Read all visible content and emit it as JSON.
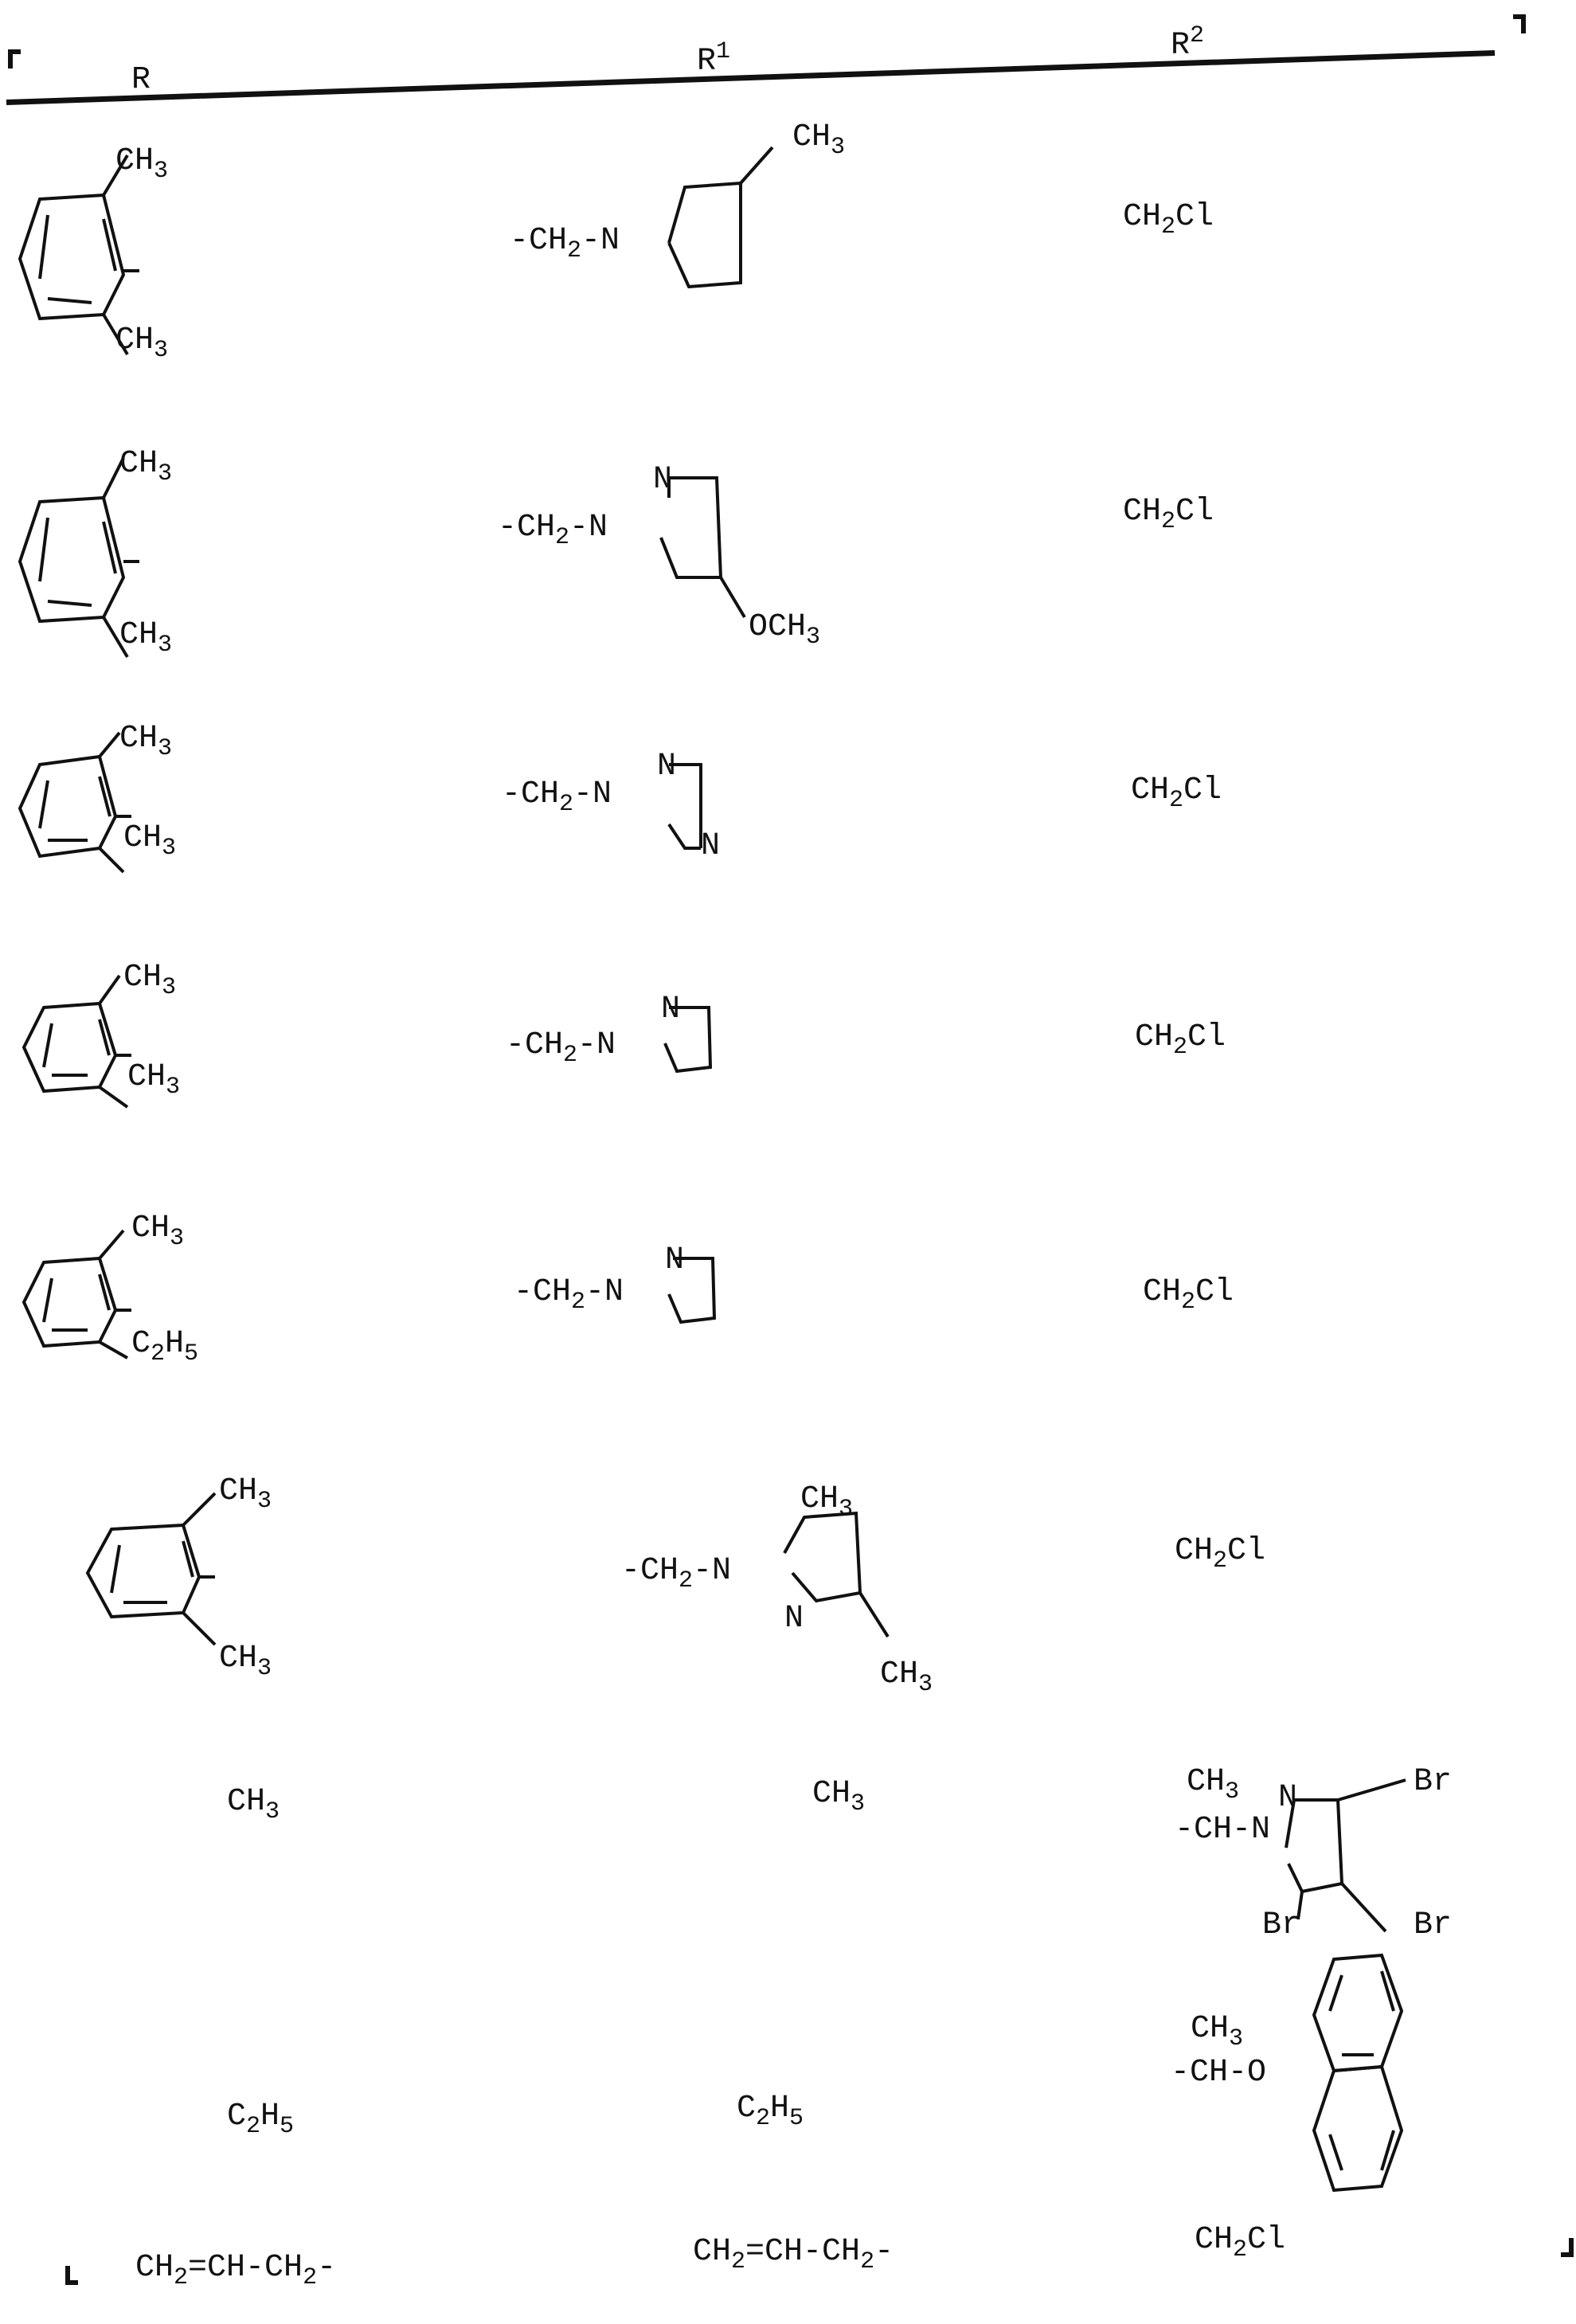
{
  "table": {
    "headers": {
      "r": "R",
      "r1_base": "R",
      "r1_sup": "1",
      "r2_base": "R",
      "r2_sup": "2"
    },
    "rows": [
      {
        "R": "2,6-dimethylphenyl",
        "R_labels": [
          "CH3",
          "CH3"
        ],
        "R1": "-CH2-(4-methylpyrazol-1-yl)",
        "R1_prefix": "-CH2-N",
        "R1_sub": "CH3",
        "R2": "CH2Cl"
      },
      {
        "R": "2,6-dimethylphenyl",
        "R_labels": [
          "CH3",
          "CH3"
        ],
        "R1": "-CH2-(4-methoxypyrazol-1-yl)",
        "R1_prefix": "-CH2-N",
        "R1_sub": "OCH3",
        "R2": "CH2Cl"
      },
      {
        "R": "2,6-dimethylphenyl",
        "R_labels": [
          "CH3",
          "CH3"
        ],
        "R1": "-CH2-(1,2,4-triazol-1-yl)",
        "R1_prefix": "-CH2-N",
        "R1_sub": "N",
        "R2": "CH2Cl"
      },
      {
        "R": "2,6-dimethylphenyl",
        "R_labels": [
          "CH3",
          "CH3"
        ],
        "R1": "-CH2-(pyrazol-1-yl)",
        "R1_prefix": "-CH2-N",
        "R1_sub": "",
        "R2": "CH2Cl"
      },
      {
        "R": "2-methyl-6-ethylphenyl",
        "R_labels": [
          "CH3",
          "C2H5"
        ],
        "R1": "-CH2-(pyrazol-1-yl)",
        "R1_prefix": "-CH2-N",
        "R1_sub": "",
        "R2": "CH2Cl"
      },
      {
        "R": "2,6-dimethylphenyl",
        "R_labels": [
          "CH3",
          "CH3"
        ],
        "R1": "-CH2-(3,5-dimethylpyrazol-1-yl)",
        "R1_prefix": "-CH2-N",
        "R1_sub": "CH3",
        "R2": "CH2Cl"
      },
      {
        "R": "CH3",
        "R1": "CH3",
        "R2": "-CH(CH3)-(3,4,5-tribromopyrazol-1-yl)",
        "R2_labels": [
          "CH3",
          "-CH-N",
          "N",
          "Br",
          "Br",
          "Br"
        ]
      },
      {
        "R": "C2H5",
        "R1": "C2H5",
        "R2": "-CH(CH3)-O-(1-naphthyl)",
        "R2_labels": [
          "CH3",
          "-CH-O"
        ]
      },
      {
        "R": "CH2=CH-CH2-",
        "R1": "CH2=CH-CH2-",
        "R2": "CH2Cl"
      }
    ]
  },
  "labels": {
    "ch3": "CH",
    "ch3_sub": "3",
    "c2h5_c": "C",
    "c2h5_2": "2",
    "c2h5_h": "H",
    "c2h5_5": "5",
    "ch2": "-CH",
    "ch2_sub": "2",
    "n": "N",
    "dash_n": "-N",
    "och3": "OCH",
    "cl_tail": "Cl",
    "ch2cl_ch": "CH",
    "ch2cl_2": "2",
    "br": "Br",
    "ch_n": "-CH-N",
    "ch_o": "-CH-O",
    "allyl_a": "CH",
    "allyl_b": "=CH-CH",
    "allyl_c": "-"
  }
}
